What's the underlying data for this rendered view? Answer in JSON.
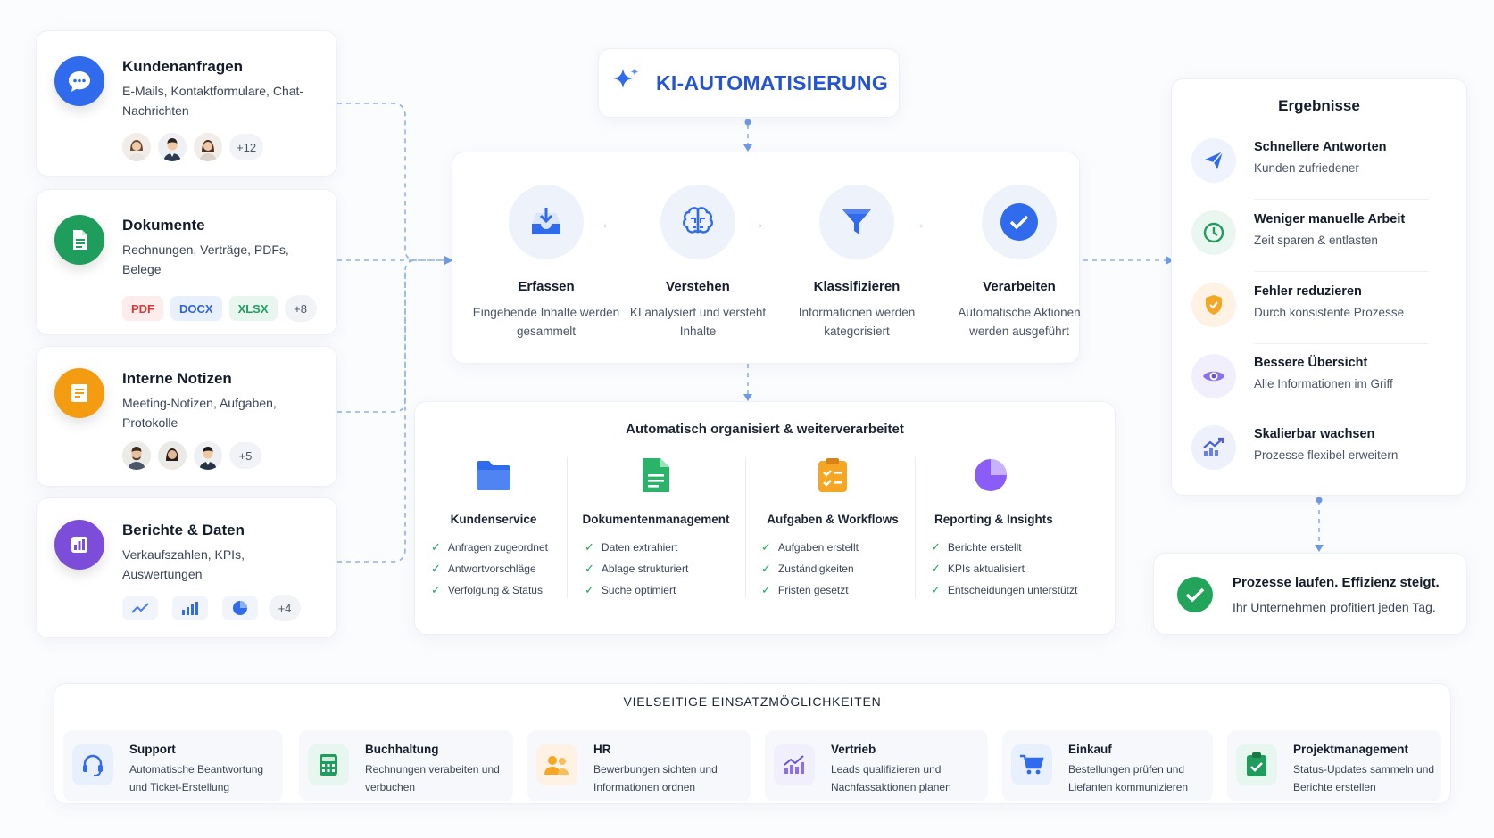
{
  "colors": {
    "accent_blue": "#2454d6",
    "check_green": "#22a55a",
    "source_blue": "#2f6bec",
    "source_green": "#1f9d5c",
    "source_orange": "#f39c12",
    "source_purple": "#7c4dd8"
  },
  "header": {
    "icon": "sparkle-icon",
    "title": "KI-AUTOMATISIERUNG"
  },
  "sources": [
    {
      "icon": "chat-bubble-icon",
      "title": "Kundenanfragen",
      "description": "E-Mails, Kontaktformulare, Chat-Nachrichten",
      "avatars": [
        "avatar-woman",
        "avatar-man",
        "avatar-woman"
      ],
      "count": "+12"
    },
    {
      "icon": "document-icon",
      "title": "Dokumente",
      "description": "Rechnungen, Verträge, PDFs, Belege",
      "tags": [
        "PDF",
        "DOCX",
        "XLSX"
      ],
      "count": "+8"
    },
    {
      "icon": "notes-icon",
      "title": "Interne Notizen",
      "description": "Meeting-Notizen, Aufgaben, Protokolle",
      "avatars": [
        "avatar-man",
        "avatar-woman",
        "avatar-man"
      ],
      "count": "+5"
    },
    {
      "icon": "bar-chart-icon",
      "title": "Berichte & Daten",
      "description": "Verkaufszahlen, KPIs, Auswertungen",
      "mini_icons": [
        "trend-line-icon",
        "bar-chart-icon",
        "pie-chart-icon"
      ],
      "count": "+4"
    }
  ],
  "steps": [
    {
      "icon": "inbox-download-icon",
      "title": "Erfassen",
      "description": "Eingehende Inhalte werden gesammelt"
    },
    {
      "icon": "brain-icon",
      "title": "Verstehen",
      "description": "KI analysiert und versteht Inhalte"
    },
    {
      "icon": "funnel-icon",
      "title": "Klassifizieren",
      "description": "Informationen werden kategorisiert"
    },
    {
      "icon": "check-circle-icon",
      "title": "Verarbeiten",
      "description": "Automatische Aktionen werden ausgeführt"
    }
  ],
  "organized": {
    "title": "Automatisch organisiert & weiterverarbeitet",
    "columns": [
      {
        "icon": "folder-icon",
        "title": "Kundenservice",
        "items": [
          "Anfragen zugeordnet",
          "Antwortvorschläge",
          "Verfolgung & Status"
        ]
      },
      {
        "icon": "document-icon",
        "title": "Dokumentenmanagement",
        "items": [
          "Daten extrahiert",
          "Ablage strukturiert",
          "Suche optimiert"
        ]
      },
      {
        "icon": "clipboard-check-icon",
        "title": "Aufgaben & Workflows",
        "items": [
          "Aufgaben erstellt",
          "Zuständigkeiten",
          "Fristen gesetzt"
        ]
      },
      {
        "icon": "pie-chart-icon",
        "title": "Reporting & Insights",
        "items": [
          "Berichte erstellt",
          "KPIs aktualisiert",
          "Entscheidungen unterstützt"
        ]
      }
    ]
  },
  "results": {
    "title": "Ergebnisse",
    "items": [
      {
        "icon": "paper-plane-icon",
        "title": "Schnellere Antworten",
        "subtitle": "Kunden zufriedener"
      },
      {
        "icon": "clock-icon",
        "title": "Weniger manuelle Arbeit",
        "subtitle": "Zeit sparen & entlasten"
      },
      {
        "icon": "shield-icon",
        "title": "Fehler reduzieren",
        "subtitle": "Durch konsistente Prozesse"
      },
      {
        "icon": "eye-icon",
        "title": "Bessere Übersicht",
        "subtitle": "Alle Informationen im Griff"
      },
      {
        "icon": "growth-chart-icon",
        "title": "Skalierbar wachsen",
        "subtitle": "Prozesse flexibel erweitern"
      }
    ]
  },
  "status": {
    "icon": "check-circle-icon",
    "title": "Prozesse laufen. Effizienz steigt.",
    "subtitle": "Ihr Unternehmen profitiert jeden Tag."
  },
  "use_cases": {
    "title": "VIELSEITIGE EINSATZMÖGLICHKEITEN",
    "items": [
      {
        "icon": "headset-icon",
        "title": "Support",
        "description": "Automatische Beantwortung und Ticket-Erstellung"
      },
      {
        "icon": "calculator-icon",
        "title": "Buchhaltung",
        "description": "Rechnungen verabeiten und verbuchen"
      },
      {
        "icon": "people-icon",
        "title": "HR",
        "description": "Bewerbungen sichten und Informationen ordnen"
      },
      {
        "icon": "growth-chart-icon",
        "title": "Vertrieb",
        "description": "Leads qualifizieren und Nachfassaktionen planen"
      },
      {
        "icon": "shopping-cart-icon",
        "title": "Einkauf",
        "description": "Bestellungen prüfen und Liefanten kommunizieren"
      },
      {
        "icon": "clipboard-check-icon",
        "title": "Projektmanagement",
        "description": "Status-Updates sammeln und Berichte erstellen"
      }
    ]
  }
}
